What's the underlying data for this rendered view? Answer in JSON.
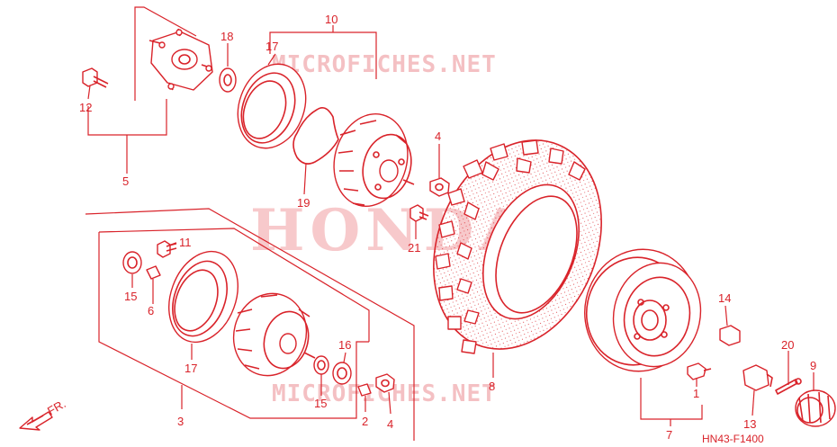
{
  "diagram": {
    "diagram_code": "HN43-F1400",
    "watermark_top": "MICROFICHES.NET",
    "watermark_bottom": "MICROFICHES.NET",
    "watermark_center": "HONDA",
    "front_marker": "FR.",
    "callouts": {
      "c1": "1",
      "c2": "2",
      "c3": "3",
      "c4a": "4",
      "c4b": "4",
      "c5": "5",
      "c6": "6",
      "c7": "7",
      "c8": "8",
      "c9": "9",
      "c10": "10",
      "c11": "11",
      "c12": "12",
      "c13": "13",
      "c14": "14",
      "c15a": "15",
      "c15b": "15",
      "c16": "16",
      "c17a": "17",
      "c17b": "17",
      "c18": "18",
      "c19": "19",
      "c20": "20",
      "c21": "21"
    },
    "colors": {
      "line": "#d9232a",
      "watermark": "#f4c0c3"
    }
  }
}
